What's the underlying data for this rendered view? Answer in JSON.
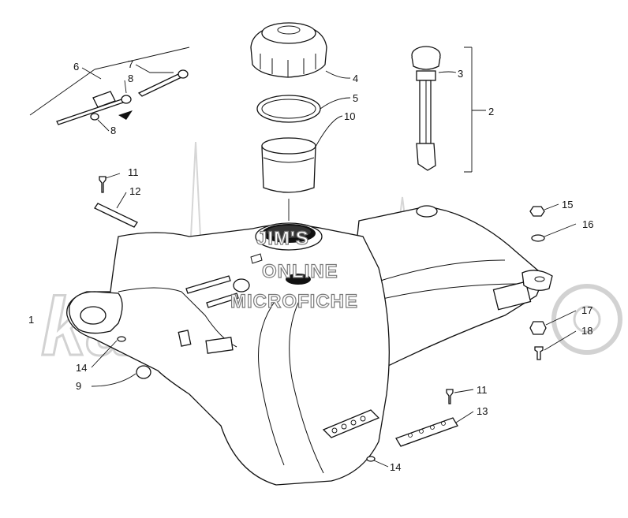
{
  "callouts": [
    {
      "id": "c1",
      "text": "1"
    },
    {
      "id": "c2",
      "text": "2"
    },
    {
      "id": "c3",
      "text": "3"
    },
    {
      "id": "c4",
      "text": "4"
    },
    {
      "id": "c5",
      "text": "5"
    },
    {
      "id": "c6",
      "text": "6"
    },
    {
      "id": "c7",
      "text": "7"
    },
    {
      "id": "c8a",
      "text": "8"
    },
    {
      "id": "c8b",
      "text": "8"
    },
    {
      "id": "c9",
      "text": "9"
    },
    {
      "id": "c10",
      "text": "10"
    },
    {
      "id": "c11a",
      "text": "11"
    },
    {
      "id": "c11b",
      "text": "11"
    },
    {
      "id": "c12",
      "text": "12"
    },
    {
      "id": "c13",
      "text": "13"
    },
    {
      "id": "c14a",
      "text": "14"
    },
    {
      "id": "c14b",
      "text": "14"
    },
    {
      "id": "c15",
      "text": "15"
    },
    {
      "id": "c16",
      "text": "16"
    },
    {
      "id": "c17",
      "text": "17"
    },
    {
      "id": "c18",
      "text": "18"
    }
  ],
  "watermark": {
    "line1": "JIM'S",
    "line2": "ONLINE",
    "line3": "MICROFICHE",
    "logo": "kawemo",
    "logo_color": "#d2d2d2"
  },
  "colors": {
    "line": "#111111",
    "background": "#ffffff",
    "watermark_text_stroke": "#7a7a7a"
  }
}
